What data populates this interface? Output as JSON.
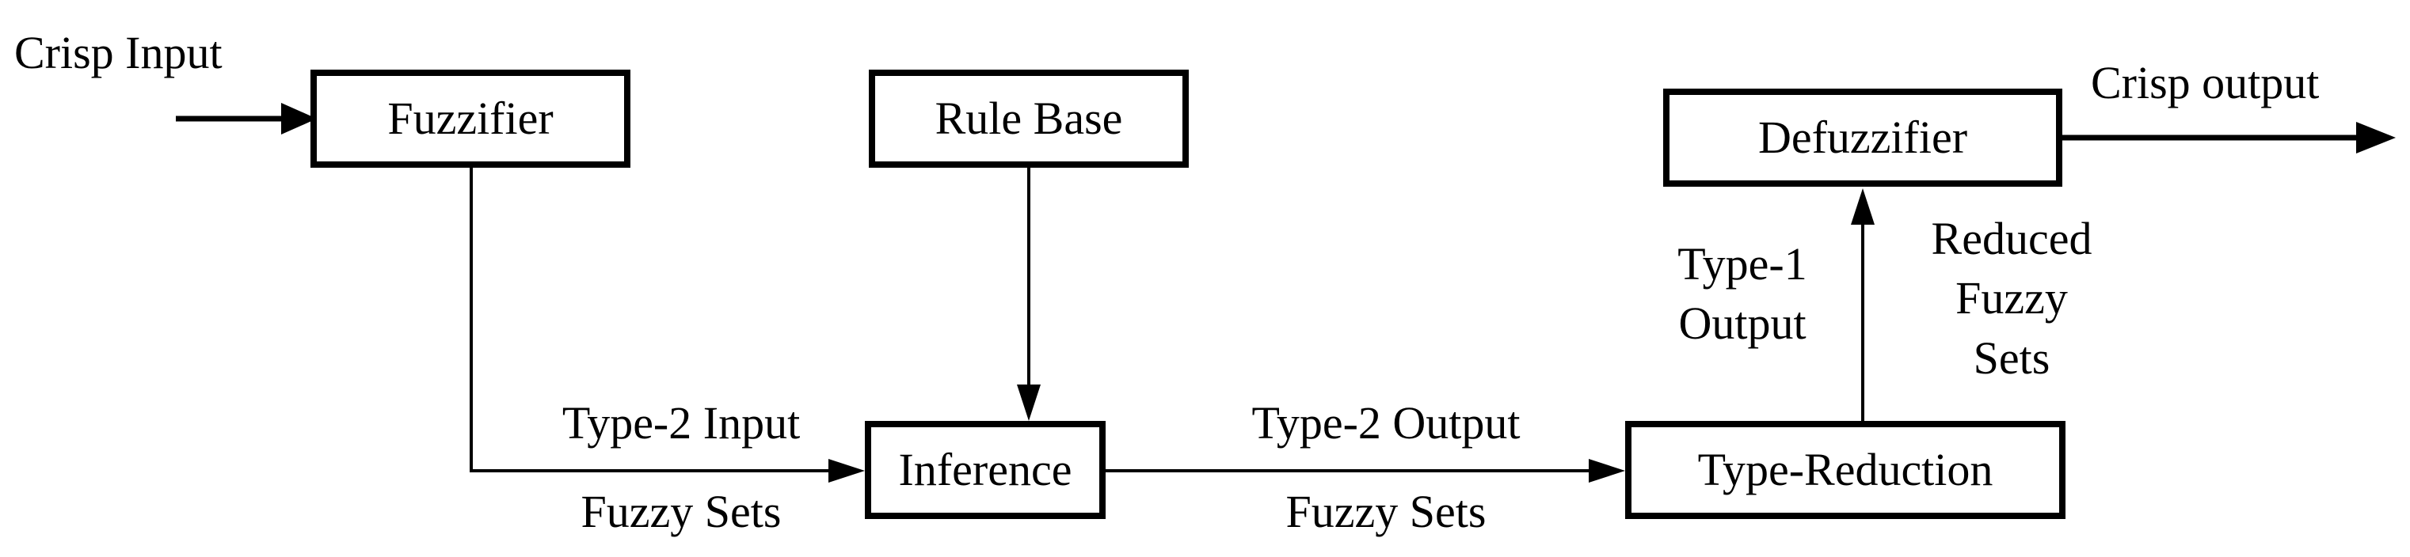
{
  "diagram": {
    "nodes": {
      "fuzzifier": "Fuzzifier",
      "rule_base": "Rule Base",
      "inference": "Inference",
      "type_reduction": "Type-Reduction",
      "defuzzifier": "Defuzzifier"
    },
    "labels": {
      "crisp_input": "Crisp Input",
      "crisp_output": "Crisp output",
      "type2_input_line1": "Type-2 Input",
      "type2_input_line2": "Fuzzy Sets",
      "type2_output_line1": "Type-2 Output",
      "type2_output_line2": "Fuzzy Sets",
      "type1_output_line1": "Type-1",
      "type1_output_line2": "Output",
      "reduced_line1": "Reduced",
      "reduced_line2": "Fuzzy",
      "reduced_line3": "Sets"
    }
  }
}
